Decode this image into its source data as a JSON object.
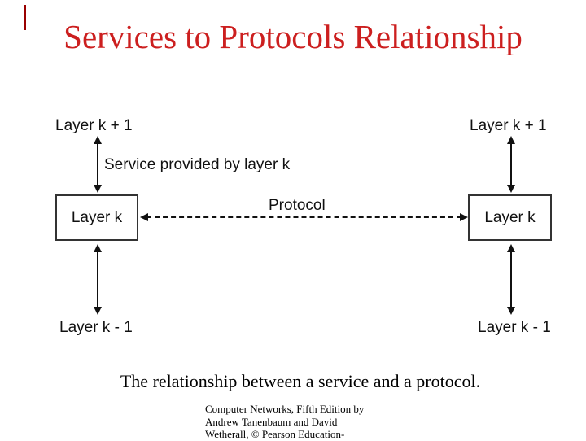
{
  "slide": {
    "title": "Services to Protocols Relationship",
    "caption": "The relationship between a service and a protocol.",
    "attribution_lines": {
      "line1": "Computer Networks, Fifth Edition by",
      "line2": "Andrew Tanenbaum and David",
      "line3": "Wetherall, © Pearson Education-"
    }
  },
  "diagram": {
    "left": {
      "upper_label": "Layer k + 1",
      "box_label": "Layer k",
      "lower_label": "Layer k - 1"
    },
    "right": {
      "upper_label": "Layer k + 1",
      "box_label": "Layer k",
      "lower_label": "Layer k - 1"
    },
    "service_label": "Service provided by layer k",
    "protocol_label": "Protocol"
  },
  "colors": {
    "title_red": "#cc1f1f",
    "accent_tick_red": "#990000",
    "diagram_ink": "#111111",
    "box_border": "#333333",
    "background": "#ffffff"
  }
}
